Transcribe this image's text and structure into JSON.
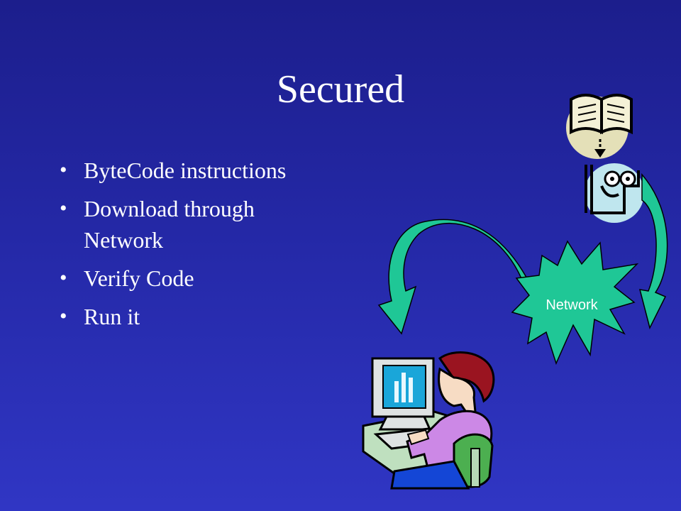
{
  "slide": {
    "title": "Secured",
    "bullets": [
      {
        "text": "ByteCode instructions"
      },
      {
        "text": "Download through Network"
      },
      {
        "text": "Verify Code"
      },
      {
        "text": "Run it"
      }
    ]
  },
  "diagram": {
    "network_label": "Network",
    "icons": [
      "book-icon",
      "face-icon",
      "network-burst-icon",
      "user-at-computer-icon"
    ]
  },
  "colors": {
    "background_top": "#1c1e8c",
    "background_bottom": "#3036c4",
    "arrow_fill": "#1fc796",
    "burst_fill": "#1fc796"
  }
}
